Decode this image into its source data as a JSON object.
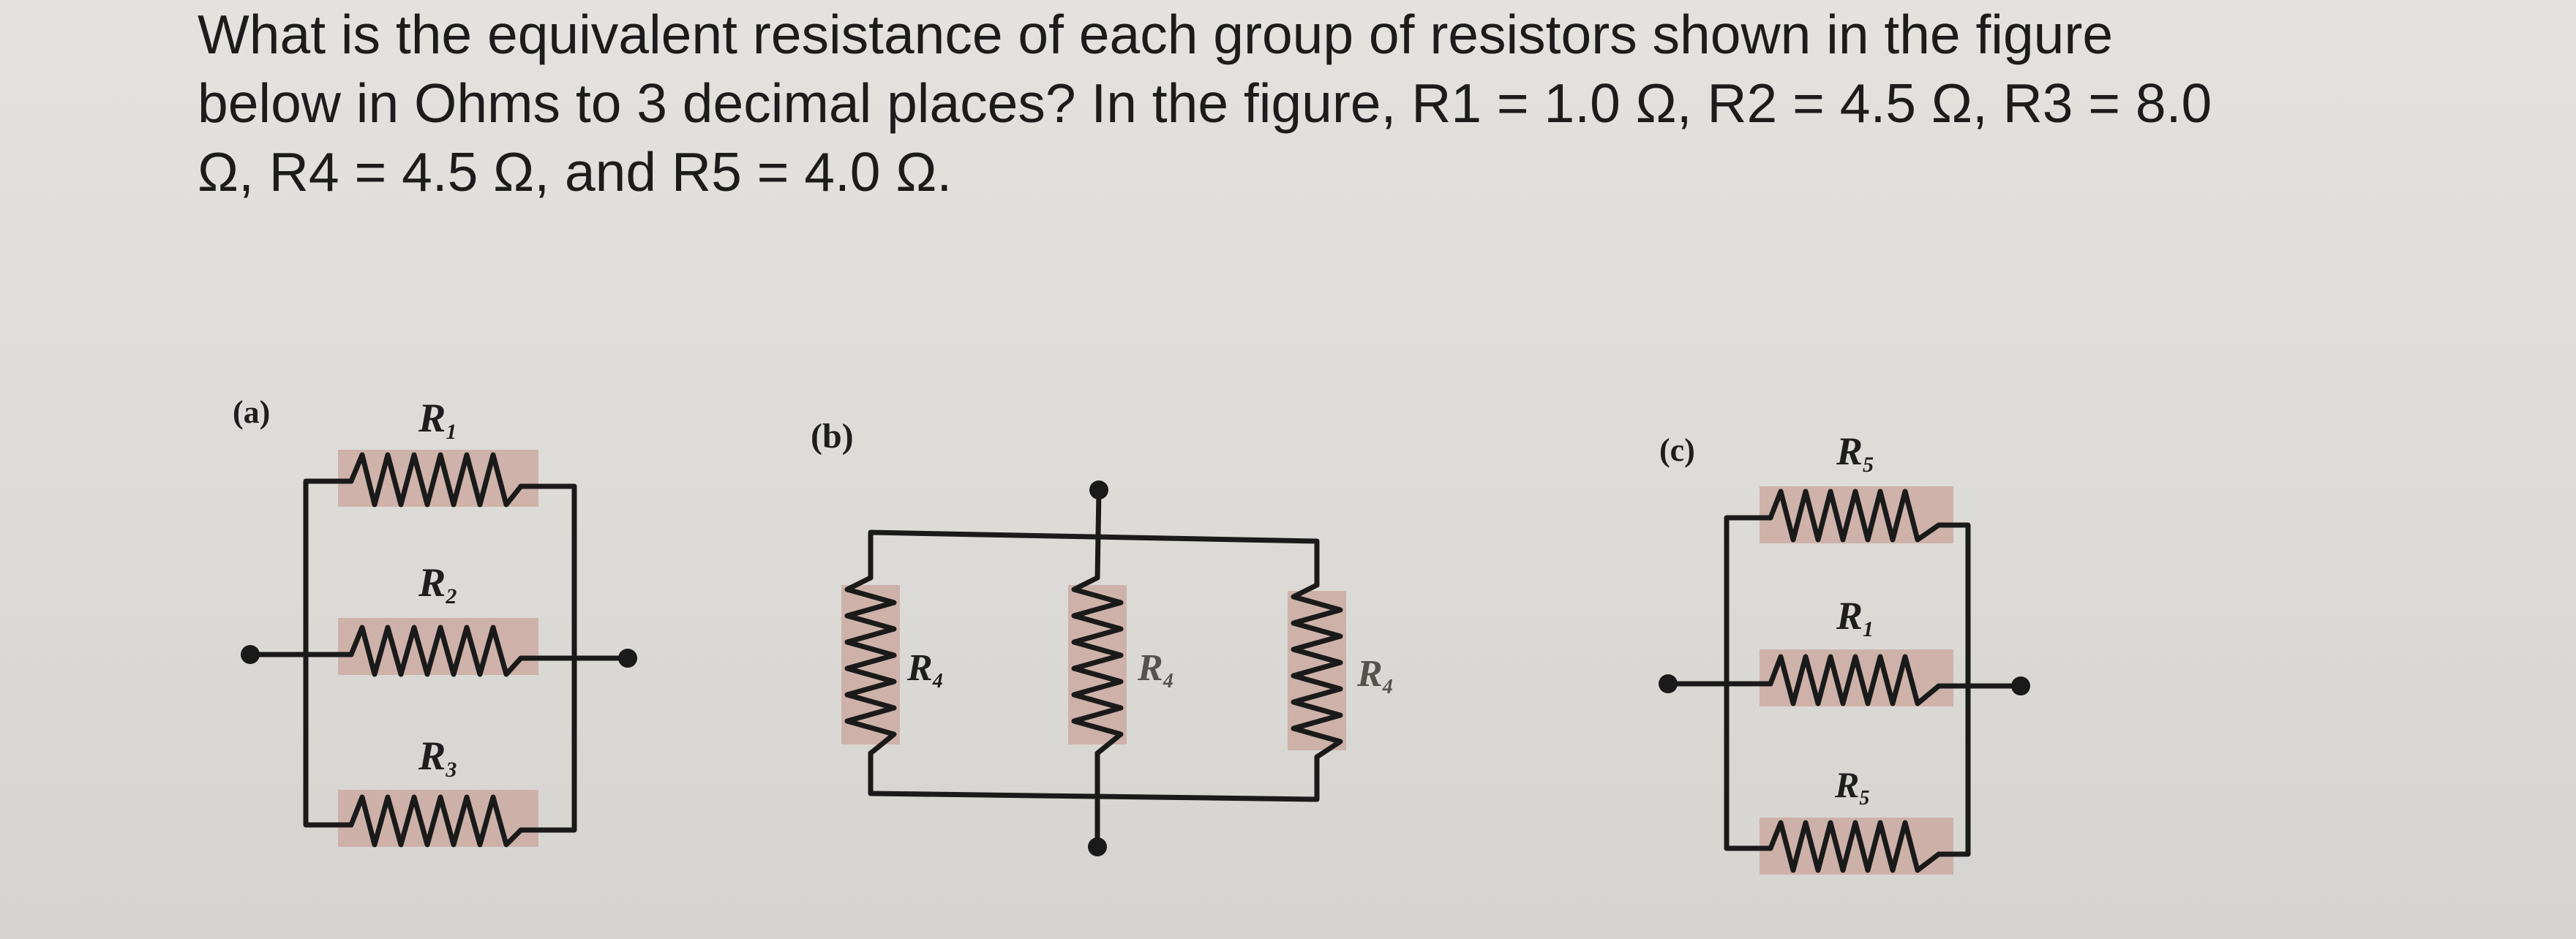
{
  "question": {
    "line1": "What is the equivalent resistance of each group of resistors shown in the figure",
    "line2": "below in Ohms to 3 decimal places? In the figure, R1 = 1.0 Ω, R2 = 4.5 Ω, R3 = 8.0",
    "line3": "Ω, R4 = 4.5 Ω, and R5 = 4.0 Ω."
  },
  "figure": {
    "circuit_a": {
      "label": "(a)",
      "r_top": "R",
      "r_top_sub": "1",
      "r_mid": "R",
      "r_mid_sub": "2",
      "r_bot": "R",
      "r_bot_sub": "3"
    },
    "circuit_b": {
      "label": "(b)",
      "r_left": "R",
      "r_left_sub": "4",
      "r_mid": "R",
      "r_mid_sub": "4",
      "r_right": "R",
      "r_right_sub": "4"
    },
    "circuit_c": {
      "label": "(c)",
      "r_top": "R",
      "r_top_sub": "5",
      "r_mid": "R",
      "r_mid_sub": "1",
      "r_bot": "R",
      "r_bot_sub": "5"
    },
    "colors": {
      "wire": "#1a1a1a",
      "resistor_highlight": "#c9a49b",
      "background": "#dedcd8"
    }
  }
}
